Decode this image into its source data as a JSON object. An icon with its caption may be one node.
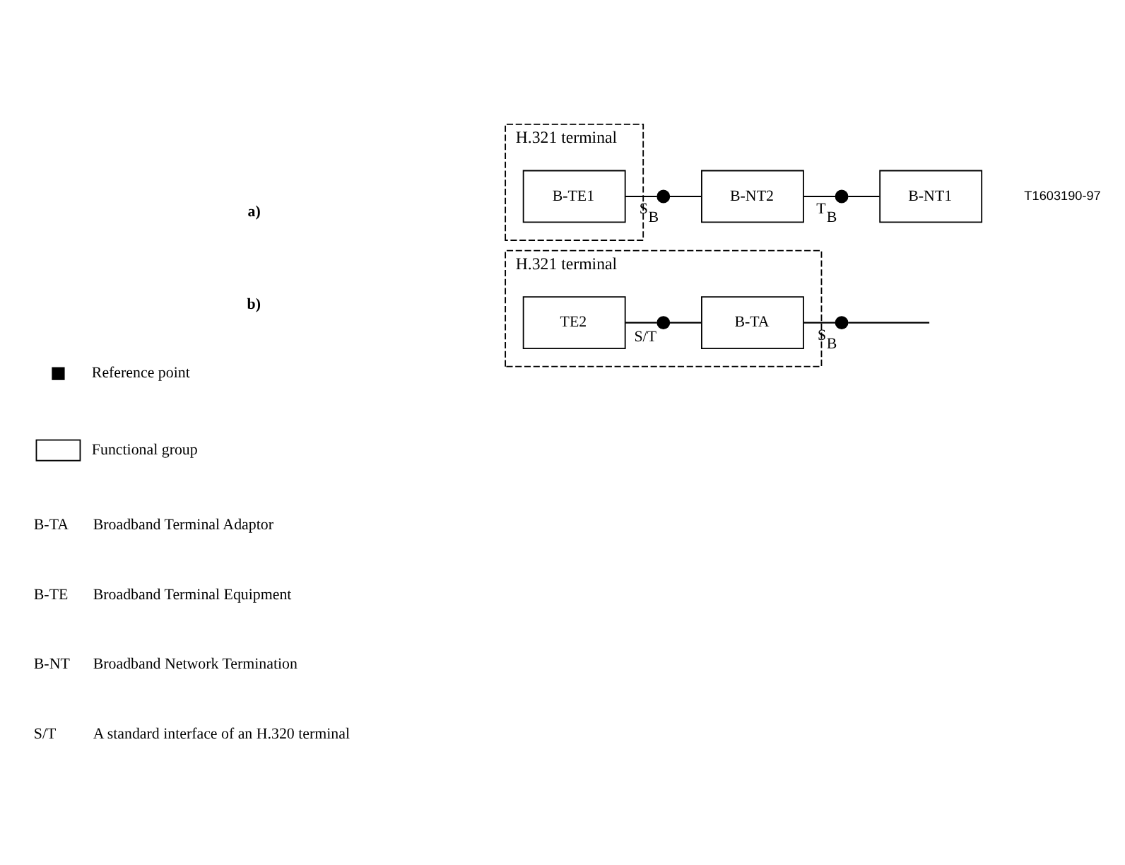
{
  "diagram": {
    "nodes": [
      {
        "text": [
          "H.321 terminal"
        ]
      },
      {
        "text": [
          "B-TE1"
        ],
        "in": 0
      },
      {
        "text": [],
        "shape": "circle",
        "beside": [
          "S$_{B}$"
        ]
      },
      {
        "text": [
          "B-NT2"
        ]
      },
      {
        "text": [],
        "shape": "circle",
        "beside": [
          "T$_{B}$"
        ]
      },
      {
        "text": [
          "B-NT1"
        ]
      },
      {
        "text": [
          "H.321 terminal"
        ]
      },
      {
        "text": [
          "TE2"
        ],
        "in": 6
      },
      {
        "text": [],
        "shape": "circle",
        "beside": [
          "S/T"
        ],
        "in": 6
      },
      {
        "text": [
          "B-TA"
        ],
        "in": 6
      },
      {
        "text": [],
        "shape": "circle",
        "beside": [
          "S$_{B}$"
        ]
      }
    ],
    "edges": [
      {
        "from": 1,
        "to": 2,
        "arrow": "none"
      },
      {
        "from": 2,
        "to": 3,
        "arrow": "none"
      },
      {
        "from": 3,
        "to": 4,
        "arrow": "none"
      },
      {
        "from": 4,
        "to": 5,
        "arrow": "none"
      },
      {
        "from": 7,
        "to": 8,
        "arrow": "none"
      },
      {
        "from": 8,
        "to": 9,
        "arrow": "none"
      },
      {
        "from": 9,
        "to": 10,
        "arrow": "none"
      },
      {
        "from": 10,
        "to": null,
        "arrow": "none"
      }
    ],
    "labels": [
      "a)",
      "b)",
      "T1603190-97",
      "B-TA",
      "Broadband Terminal Adaptor",
      "B-TE",
      "Broadband Terminal Equipment",
      "B-NT",
      "Broadband Network Termination",
      "S/T",
      "A standard interface of an H.320 terminal"
    ],
    "legend": [
      {
        "text": "Reference point"
      },
      {
        "text": "Functional group"
      }
    ]
  }
}
